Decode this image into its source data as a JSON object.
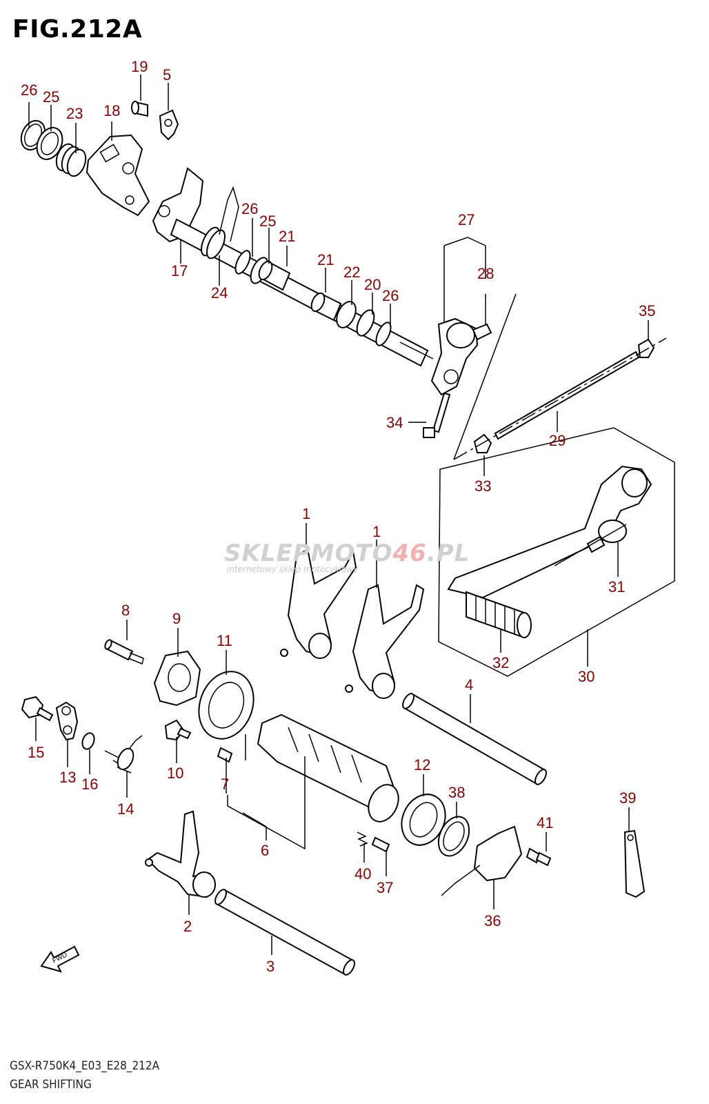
{
  "figure": {
    "title": "FIG.212A",
    "model_code": "GSX-R750K4_E03_E28_212A",
    "name": "GEAR SHIFTING"
  },
  "watermark": {
    "brand_gray": "SKLEPMOTO",
    "brand_red": "46",
    "brand_suffix": ".PL",
    "tagline": "internetowy sklep motocyklowy"
  },
  "fwd_label": "FWD",
  "callouts": [
    {
      "id": "c26a",
      "label": "26"
    },
    {
      "id": "c25a",
      "label": "25"
    },
    {
      "id": "c23",
      "label": "23"
    },
    {
      "id": "c18",
      "label": "18"
    },
    {
      "id": "c19",
      "label": "19"
    },
    {
      "id": "c5",
      "label": "5"
    },
    {
      "id": "c17",
      "label": "17"
    },
    {
      "id": "c24",
      "label": "24"
    },
    {
      "id": "c26b",
      "label": "26"
    },
    {
      "id": "c25b",
      "label": "25"
    },
    {
      "id": "c21a",
      "label": "21"
    },
    {
      "id": "c21b",
      "label": "21"
    },
    {
      "id": "c22",
      "label": "22"
    },
    {
      "id": "c20",
      "label": "20"
    },
    {
      "id": "c26c",
      "label": "26"
    },
    {
      "id": "c27",
      "label": "27"
    },
    {
      "id": "c28",
      "label": "28"
    },
    {
      "id": "c35",
      "label": "35"
    },
    {
      "id": "c34",
      "label": "34"
    },
    {
      "id": "c29",
      "label": "29"
    },
    {
      "id": "c33",
      "label": "33"
    },
    {
      "id": "c1a",
      "label": "1"
    },
    {
      "id": "c1b",
      "label": "1"
    },
    {
      "id": "c31",
      "label": "31"
    },
    {
      "id": "c32",
      "label": "32"
    },
    {
      "id": "c30",
      "label": "30"
    },
    {
      "id": "c8",
      "label": "8"
    },
    {
      "id": "c9",
      "label": "9"
    },
    {
      "id": "c11",
      "label": "11"
    },
    {
      "id": "c4",
      "label": "4"
    },
    {
      "id": "c15",
      "label": "15"
    },
    {
      "id": "c13",
      "label": "13"
    },
    {
      "id": "c16",
      "label": "16"
    },
    {
      "id": "c10",
      "label": "10"
    },
    {
      "id": "c14",
      "label": "14"
    },
    {
      "id": "c7",
      "label": "7"
    },
    {
      "id": "c6",
      "label": "6"
    },
    {
      "id": "c12",
      "label": "12"
    },
    {
      "id": "c38",
      "label": "38"
    },
    {
      "id": "c39",
      "label": "39"
    },
    {
      "id": "c41",
      "label": "41"
    },
    {
      "id": "c40",
      "label": "40"
    },
    {
      "id": "c37",
      "label": "37"
    },
    {
      "id": "c36",
      "label": "36"
    },
    {
      "id": "c2",
      "label": "2"
    },
    {
      "id": "c3",
      "label": "3"
    }
  ]
}
